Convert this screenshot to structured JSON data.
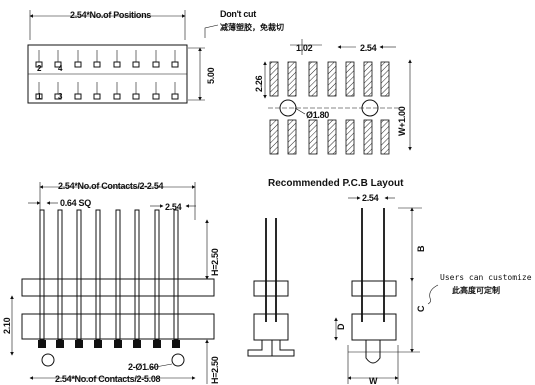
{
  "labels": {
    "positions": "2.54*No.of Positions",
    "dont_cut": "Don't cut",
    "dont_cut_cn": "减薄塑胶，免裁切",
    "pitch_102": "1.02",
    "pitch_254_top": "2.54",
    "dim_226": "2.26",
    "dim_500": "5.00",
    "pad_dia": "Ø1.80",
    "w_plus": "W+1.00",
    "pin_2": "2",
    "pin_4": "4",
    "pin_1": "1",
    "pin_3": "3",
    "pcb_title": "Recommended P.C.B Layout",
    "contacts_top": "2.54*No.of Contacts/2-2.54",
    "sq": "0.64 SQ",
    "pitch_254_mid": "2.54",
    "h_250": "H=2.50",
    "dim_210": "2.10",
    "holes": "2-Ø1.60",
    "h_250_bottom": "H=2.50",
    "contacts_bottom": "2.54*No.of Contacts/2-5.08",
    "pitch_254_right": "2.54",
    "b": "B",
    "c": "C",
    "d": "D",
    "w": "W",
    "custom_en": "Users can customize",
    "custom_cn": "此高度可定制"
  }
}
